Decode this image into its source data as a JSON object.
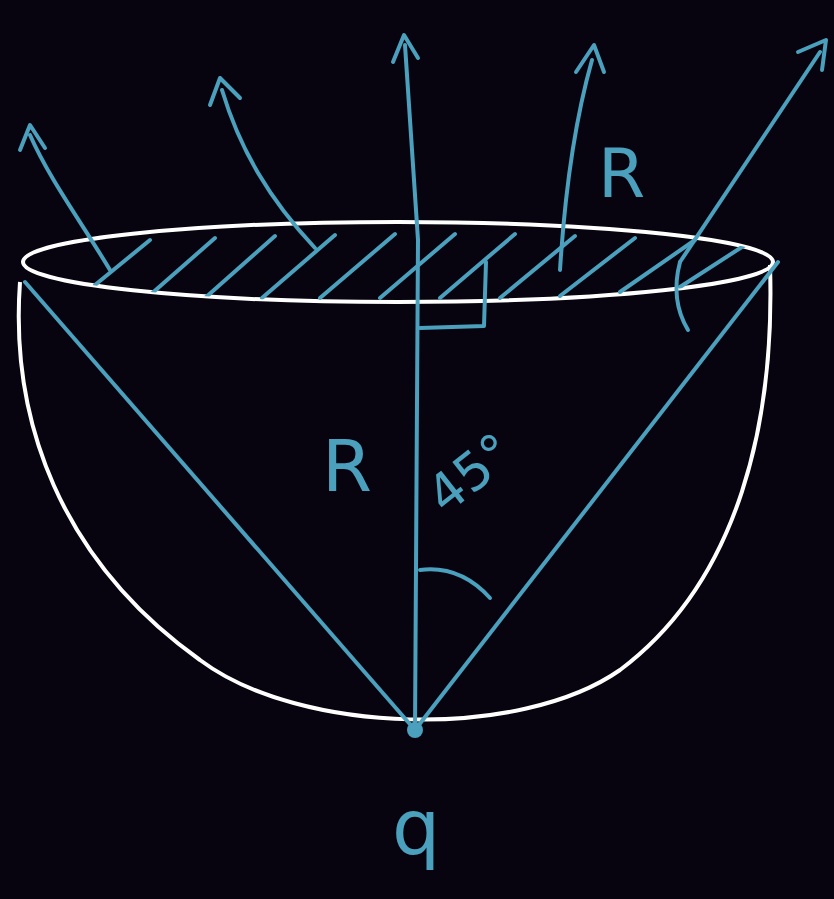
{
  "diagram": {
    "labels": [
      "R",
      "45°",
      "R",
      "q"
    ]
  }
}
